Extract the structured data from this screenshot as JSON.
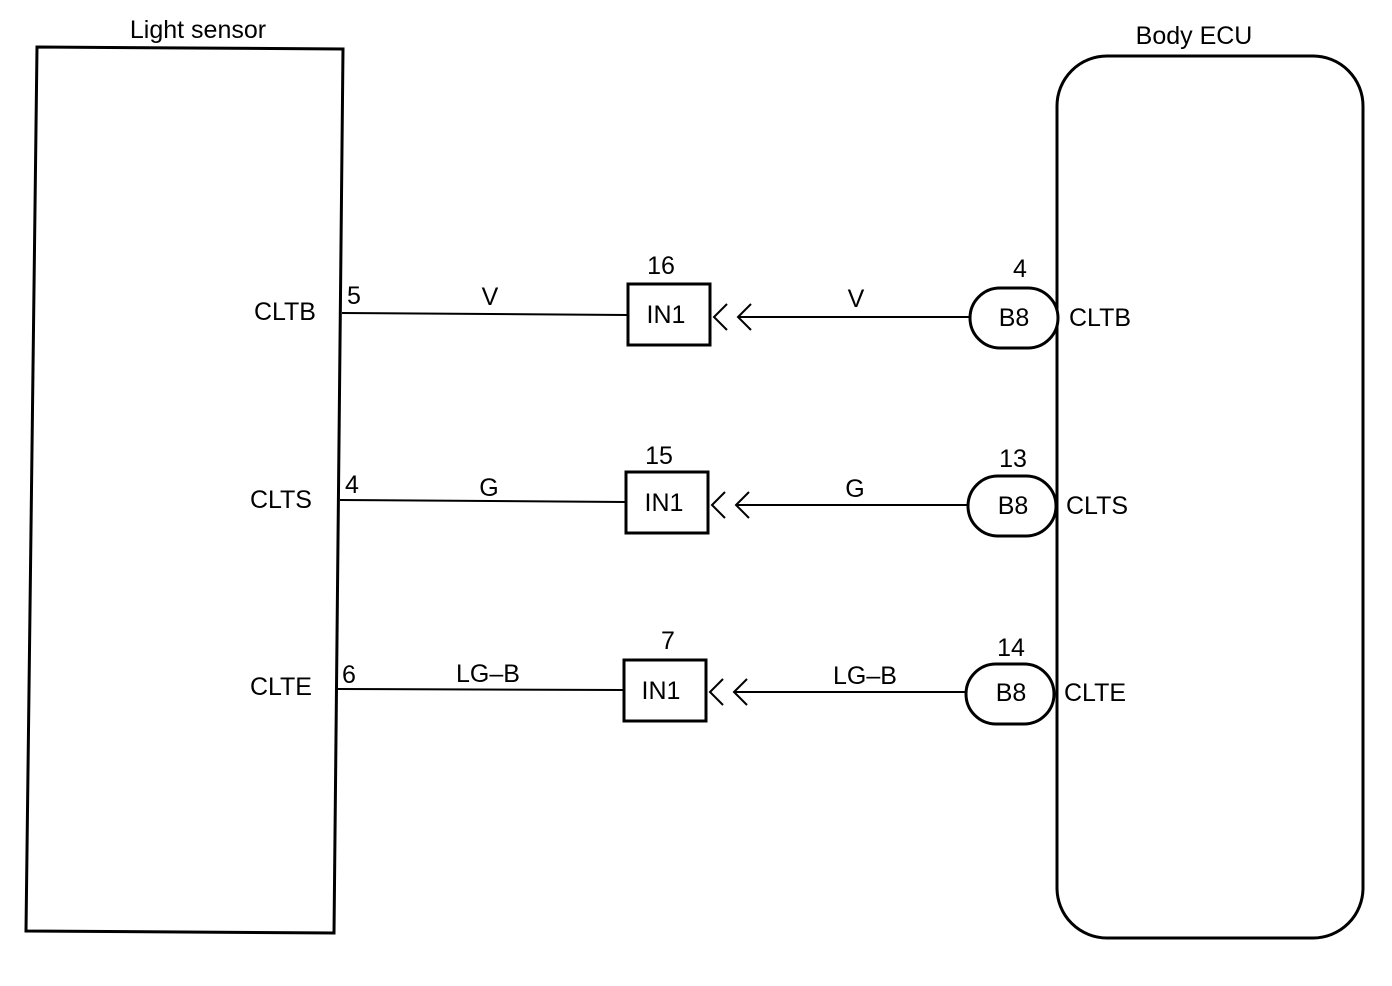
{
  "components": {
    "light_sensor": {
      "title": "Light sensor"
    },
    "body_ecu": {
      "title": "Body ECU"
    }
  },
  "circuits": [
    {
      "sensor_terminal": "CLTB",
      "sensor_pin": "5",
      "wire_left": "V",
      "junction_pin": "16",
      "junction_label": "IN1",
      "wire_right": "V",
      "ecu_pin": "4",
      "ecu_connector": "B8",
      "ecu_terminal": "CLTB"
    },
    {
      "sensor_terminal": "CLTS",
      "sensor_pin": "4",
      "wire_left": "G",
      "junction_pin": "15",
      "junction_label": "IN1",
      "wire_right": "G",
      "ecu_pin": "13",
      "ecu_connector": "B8",
      "ecu_terminal": "CLTS"
    },
    {
      "sensor_terminal": "CLTE",
      "sensor_pin": "6",
      "wire_left": "LG–B",
      "junction_pin": "7",
      "junction_label": "IN1",
      "wire_right": "LG–B",
      "ecu_pin": "14",
      "ecu_connector": "B8",
      "ecu_terminal": "CLTE"
    }
  ]
}
